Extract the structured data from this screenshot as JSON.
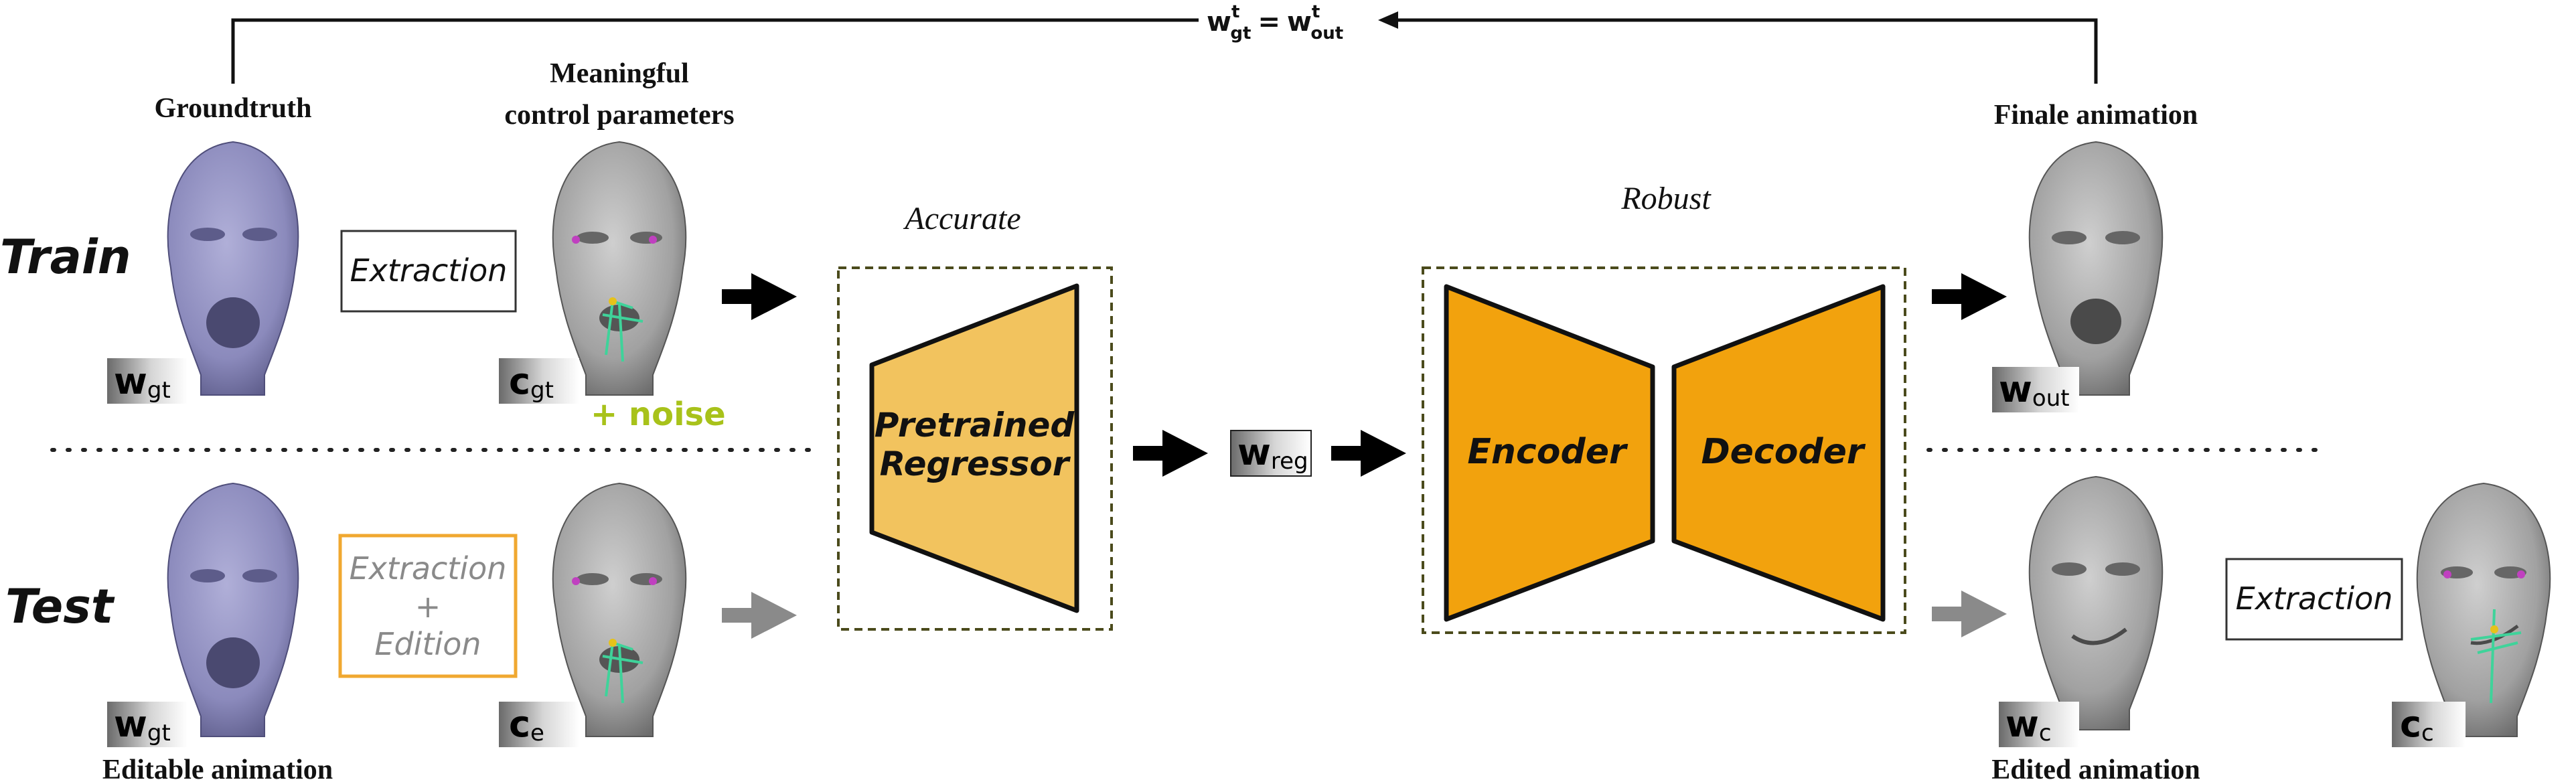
{
  "feedback": {
    "w": "w",
    "gt": "gt",
    "out": "out",
    "t": "t",
    "eq": "="
  },
  "labels": {
    "groundtruth": "Groundtruth",
    "meaningful_1": "Meaningful",
    "meaningful_2": "control parameters",
    "finale": "Finale animation",
    "editable": "Editable animation",
    "edited": "Edited animation"
  },
  "rows": {
    "train": "Train",
    "test": "Test"
  },
  "boxes": {
    "extraction_train": "Extraction",
    "extraction_test_1": "Extraction",
    "extraction_test_plus": "+",
    "extraction_test_2": "Edition",
    "extraction_right": "Extraction"
  },
  "noise": "+ noise",
  "stages": {
    "accurate": "Accurate",
    "robust": "Robust",
    "regressor_1": "Pretrained",
    "regressor_2": "Regressor",
    "encoder": "Encoder",
    "decoder": "Decoder"
  },
  "badges": {
    "w_gt_train": {
      "main": "w",
      "sub": "gt"
    },
    "c_gt": {
      "main": "c",
      "sub": "gt"
    },
    "w_out": {
      "main": "w",
      "sub": "out"
    },
    "w_gt_test": {
      "main": "w",
      "sub": "gt"
    },
    "c_e": {
      "main": "c",
      "sub": "e"
    },
    "w_c": {
      "main": "w",
      "sub": "c"
    },
    "c_c": {
      "main": "c",
      "sub": "c"
    },
    "w_reg": {
      "main": "w",
      "sub": "reg"
    }
  },
  "colors": {
    "face_purple": "#8c8bbd",
    "face_gray": "#a3a3a3",
    "regressor_fill": "#f2c35e",
    "autoencoder_fill": "#f2a20d",
    "dashed_border": "#4b4b1c",
    "noise": "#a8c21a",
    "edition_border": "#f0a830",
    "test_text": "#8a8a8a",
    "arrow_test": "#8a8a8a"
  }
}
